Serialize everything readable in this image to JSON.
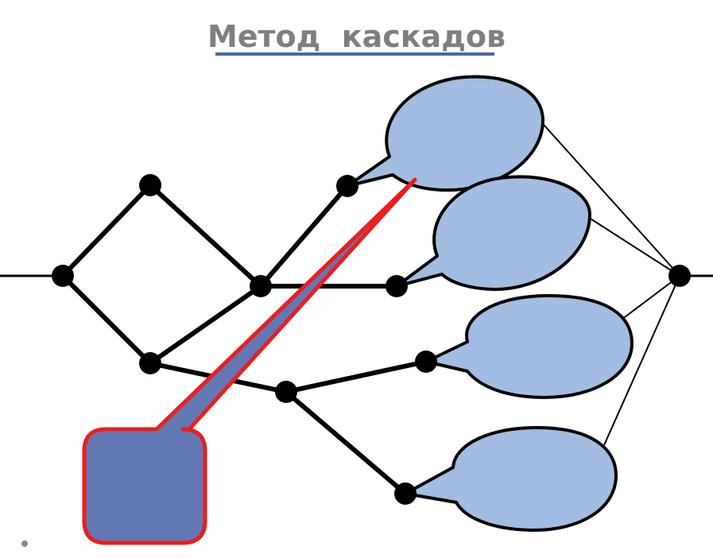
{
  "title": "Метод  каскадов",
  "colors": {
    "title_text": "#7f7f7f",
    "title_underline": "#4a6aa6",
    "edge": "#000000",
    "node": "#000000",
    "bubble_fill": "#a3bce1",
    "bubble_stroke": "#000000",
    "callout_fill": "#6278b5",
    "callout_stroke": "#ee1c1c"
  },
  "diagram": {
    "node_count": 10,
    "edge_count": 12,
    "bubble_count": 4,
    "callout_count": 1
  },
  "bullet_icon": "bullet-dot-icon"
}
